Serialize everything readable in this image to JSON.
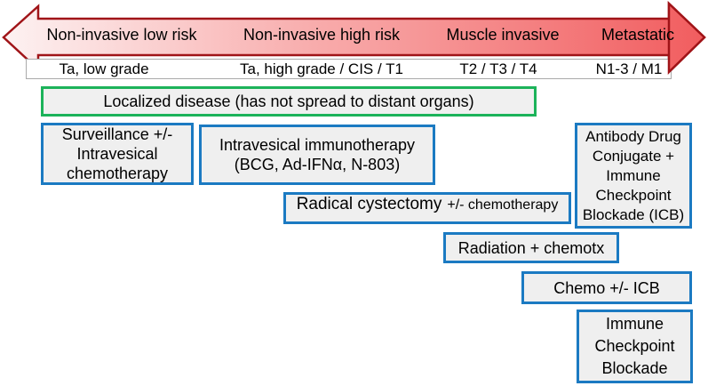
{
  "colors": {
    "arrow_gradient_start": "#fdf2f2",
    "arrow_gradient_mid": "#f8abab",
    "arrow_gradient_end": "#f15d5f",
    "arrow_border": "#a01418",
    "stage_row_border": "#aaaaaa",
    "localized_border": "#1cb35a",
    "treatment_border": "#1b7ac2",
    "box_background": "#efefef"
  },
  "arrow_stages": [
    {
      "label": "Non-invasive low risk",
      "stage": "Ta, low grade"
    },
    {
      "label": "Non-invasive high risk",
      "stage": "Ta, high grade / CIS / T1"
    },
    {
      "label": "Muscle invasive",
      "stage": "T2 / T3 / T4"
    },
    {
      "label": "Metastatic",
      "stage": "N1-3 / M1"
    }
  ],
  "localized": {
    "label": "Localized disease (has not spread to distant organs)"
  },
  "treatments": {
    "surveillance": {
      "lines": [
        "Surveillance +/-",
        "Intravesical",
        "chemotherapy"
      ]
    },
    "intravesical_immunotherapy": {
      "lines": [
        "Intravesical immunotherapy",
        "(BCG, Ad-IFNα, N-803)"
      ]
    },
    "antibody_drug_conjugate": {
      "lines": [
        "Antibody Drug",
        "Conjugate +",
        "Immune",
        "Checkpoint",
        "Blockade (ICB)"
      ]
    },
    "radical_cystectomy": {
      "main": "Radical cystectomy",
      "suffix": "+/- chemotherapy"
    },
    "radiation_chemotx": {
      "label": "Radiation + chemotx"
    },
    "chemo_icb": {
      "label": "Chemo +/- ICB"
    },
    "immune_checkpoint_blockade": {
      "lines": [
        "Immune",
        "Checkpoint",
        "Blockade"
      ]
    }
  }
}
